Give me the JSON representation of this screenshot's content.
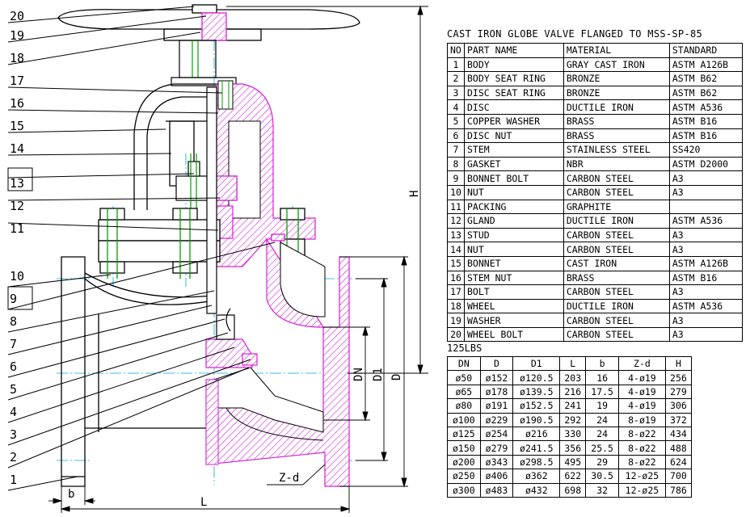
{
  "parts_title": "CAST IRON GLOBE VALVE FLANGED TO MSS-SP-85",
  "parts_headers": [
    "NO",
    "PART NAME",
    "MATERIAL",
    "STANDARD"
  ],
  "parts": [
    {
      "no": "1",
      "name": "BODY",
      "material": "GRAY CAST IRON",
      "standard": "ASTM A126B"
    },
    {
      "no": "2",
      "name": "BODY SEAT RING",
      "material": "BRONZE",
      "standard": "ASTM B62"
    },
    {
      "no": "3",
      "name": "DISC SEAT RING",
      "material": "BRONZE",
      "standard": "ASTM B62"
    },
    {
      "no": "4",
      "name": "DISC",
      "material": "DUCTILE IRON",
      "standard": "ASTM A536"
    },
    {
      "no": "5",
      "name": "COPPER WASHER",
      "material": "BRASS",
      "standard": "ASTM B16"
    },
    {
      "no": "6",
      "name": "DISC NUT",
      "material": "BRASS",
      "standard": "ASTM B16"
    },
    {
      "no": "7",
      "name": "STEM",
      "material": "STAINLESS STEEL",
      "standard": "SS420"
    },
    {
      "no": "8",
      "name": "GASKET",
      "material": "NBR",
      "standard": "ASTM D2000"
    },
    {
      "no": "9",
      "name": "BONNET BOLT",
      "material": "CARBON STEEL",
      "standard": "A3"
    },
    {
      "no": "10",
      "name": "NUT",
      "material": "CARBON STEEL",
      "standard": "A3"
    },
    {
      "no": "11",
      "name": "PACKING",
      "material": "GRAPHITE",
      "standard": ""
    },
    {
      "no": "12",
      "name": "GLAND",
      "material": "DUCTILE IRON",
      "standard": "ASTM A536"
    },
    {
      "no": "13",
      "name": "STUD",
      "material": "CARBON STEEL",
      "standard": "A3"
    },
    {
      "no": "14",
      "name": "NUT",
      "material": "CARBON STEEL",
      "standard": "A3"
    },
    {
      "no": "15",
      "name": "BONNET",
      "material": "CAST IRON",
      "standard": "ASTM A126B"
    },
    {
      "no": "16",
      "name": "STEM NUT",
      "material": "BRASS",
      "standard": "ASTM B16"
    },
    {
      "no": "17",
      "name": "BOLT",
      "material": "CARBON STEEL",
      "standard": "A3"
    },
    {
      "no": "18",
      "name": "WHEEL",
      "material": "DUCTILE IRON",
      "standard": "ASTM A536"
    },
    {
      "no": "19",
      "name": "WASHER",
      "material": "CARBON STEEL",
      "standard": "A3"
    },
    {
      "no": "20",
      "name": "WHEEL BOLT",
      "material": "CARBON STEEL",
      "standard": "A3"
    }
  ],
  "pressure_class": "125LBS",
  "dim_headers": [
    "DN",
    "D",
    "D1",
    "L",
    "b",
    "Z-d",
    "H"
  ],
  "dims": [
    [
      "ø50",
      "ø152",
      "ø120.5",
      "203",
      "16",
      "4-ø19",
      "256"
    ],
    [
      "ø65",
      "ø178",
      "ø139.5",
      "216",
      "17.5",
      "4-ø19",
      "279"
    ],
    [
      "ø80",
      "ø191",
      "ø152.5",
      "241",
      "19",
      "4-ø19",
      "306"
    ],
    [
      "ø100",
      "ø229",
      "ø190.5",
      "292",
      "24",
      "8-ø19",
      "372"
    ],
    [
      "ø125",
      "ø254",
      "ø216",
      "330",
      "24",
      "8-ø22",
      "434"
    ],
    [
      "ø150",
      "ø279",
      "ø241.5",
      "356",
      "25.5",
      "8-ø22",
      "488"
    ],
    [
      "ø200",
      "ø343",
      "ø298.5",
      "495",
      "29",
      "8-ø22",
      "624"
    ],
    [
      "ø250",
      "ø406",
      "ø362",
      "622",
      "30.5",
      "12-ø25",
      "700"
    ],
    [
      "ø300",
      "ø483",
      "ø432",
      "698",
      "32",
      "12-ø25",
      "786"
    ]
  ],
  "drawing": {
    "balloons": [
      "20",
      "19",
      "18",
      "17",
      "16",
      "15",
      "14",
      "13",
      "12",
      "11",
      "10",
      "9",
      "8",
      "7",
      "6",
      "5",
      "4",
      "3",
      "2",
      "1"
    ],
    "dim_H": "H",
    "dim_L": "L",
    "dim_b": "b",
    "dim_DN": "DN",
    "dim_D1": "D1",
    "dim_D": "D",
    "dim_Zd": "Z-d"
  }
}
